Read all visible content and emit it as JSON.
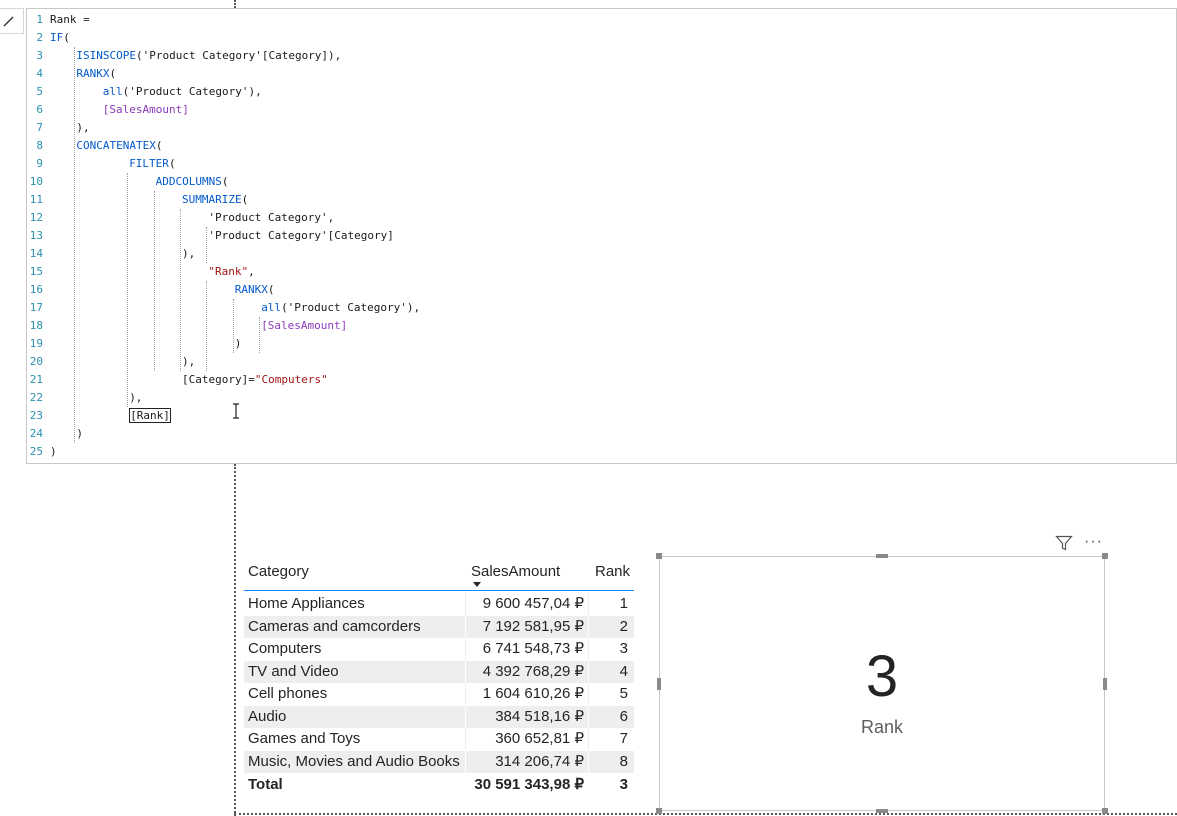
{
  "editor": {
    "lines": [
      {
        "n": "1",
        "indent": 0,
        "tokens": [
          {
            "t": "Rank =",
            "c": ""
          }
        ]
      },
      {
        "n": "2",
        "indent": 0,
        "tokens": [
          {
            "t": "IF",
            "c": "kw"
          },
          {
            "t": "(",
            "c": ""
          }
        ]
      },
      {
        "n": "3",
        "indent": 1,
        "tokens": [
          {
            "t": "ISINSCOPE",
            "c": "kw"
          },
          {
            "t": "('Product Category'[Category]),",
            "c": ""
          }
        ]
      },
      {
        "n": "4",
        "indent": 1,
        "tokens": [
          {
            "t": "RANKX",
            "c": "kw"
          },
          {
            "t": "(",
            "c": ""
          }
        ]
      },
      {
        "n": "5",
        "indent": 2,
        "tokens": [
          {
            "t": "all",
            "c": "kw"
          },
          {
            "t": "('Product Category'),",
            "c": ""
          }
        ]
      },
      {
        "n": "6",
        "indent": 2,
        "tokens": [
          {
            "t": "[SalesAmount]",
            "c": "meas"
          }
        ]
      },
      {
        "n": "7",
        "indent": 1,
        "tokens": [
          {
            "t": "),",
            "c": ""
          }
        ]
      },
      {
        "n": "8",
        "indent": 1,
        "tokens": [
          {
            "t": "CONCATENATEX",
            "c": "kw"
          },
          {
            "t": "(",
            "c": ""
          }
        ]
      },
      {
        "n": "9",
        "indent": 3,
        "tokens": [
          {
            "t": "FILTER",
            "c": "kw"
          },
          {
            "t": "(",
            "c": ""
          }
        ]
      },
      {
        "n": "10",
        "indent": 4,
        "tokens": [
          {
            "t": "ADDCOLUMNS",
            "c": "kw"
          },
          {
            "t": "(",
            "c": ""
          }
        ]
      },
      {
        "n": "11",
        "indent": 5,
        "tokens": [
          {
            "t": "SUMMARIZE",
            "c": "kw"
          },
          {
            "t": "(",
            "c": ""
          }
        ]
      },
      {
        "n": "12",
        "indent": 6,
        "tokens": [
          {
            "t": "'Product Category',",
            "c": ""
          }
        ]
      },
      {
        "n": "13",
        "indent": 6,
        "tokens": [
          {
            "t": "'Product Category'[Category]",
            "c": ""
          }
        ]
      },
      {
        "n": "14",
        "indent": 5,
        "tokens": [
          {
            "t": "),",
            "c": ""
          }
        ]
      },
      {
        "n": "15",
        "indent": 6,
        "tokens": [
          {
            "t": "\"Rank\"",
            "c": "str"
          },
          {
            "t": ",",
            "c": ""
          }
        ]
      },
      {
        "n": "16",
        "indent": 7,
        "tokens": [
          {
            "t": "RANKX",
            "c": "kw"
          },
          {
            "t": "(",
            "c": ""
          }
        ]
      },
      {
        "n": "17",
        "indent": 8,
        "tokens": [
          {
            "t": "all",
            "c": "kw"
          },
          {
            "t": "('Product Category'),",
            "c": ""
          }
        ]
      },
      {
        "n": "18",
        "indent": 8,
        "tokens": [
          {
            "t": "[SalesAmount]",
            "c": "meas"
          }
        ]
      },
      {
        "n": "19",
        "indent": 7,
        "tokens": [
          {
            "t": ")",
            "c": ""
          }
        ]
      },
      {
        "n": "20",
        "indent": 5,
        "tokens": [
          {
            "t": "),",
            "c": ""
          }
        ]
      },
      {
        "n": "21",
        "indent": 5,
        "tokens": [
          {
            "t": "[Category]=",
            "c": ""
          },
          {
            "t": "\"Computers\"",
            "c": "str"
          }
        ]
      },
      {
        "n": "22",
        "indent": 3,
        "tokens": [
          {
            "t": "),",
            "c": ""
          }
        ]
      },
      {
        "n": "23",
        "indent": 3,
        "tokens": [
          {
            "t": "[Rank]",
            "c": "caret"
          }
        ]
      },
      {
        "n": "24",
        "indent": 1,
        "tokens": [
          {
            "t": ")",
            "c": ""
          }
        ]
      },
      {
        "n": "25",
        "indent": 0,
        "tokens": [
          {
            "t": ")",
            "c": ""
          }
        ]
      }
    ]
  },
  "table": {
    "headers": {
      "category": "Category",
      "sales": "SalesAmount",
      "rank": "Rank"
    },
    "rows": [
      {
        "category": "Home Appliances",
        "sales": "9 600 457,04 ₽",
        "rank": "1"
      },
      {
        "category": "Cameras and camcorders",
        "sales": "7 192 581,95 ₽",
        "rank": "2"
      },
      {
        "category": "Computers",
        "sales": "6 741 548,73 ₽",
        "rank": "3"
      },
      {
        "category": "TV and Video",
        "sales": "4 392 768,29 ₽",
        "rank": "4"
      },
      {
        "category": "Cell phones",
        "sales": "1 604 610,26 ₽",
        "rank": "5"
      },
      {
        "category": "Audio",
        "sales": "384 518,16 ₽",
        "rank": "6"
      },
      {
        "category": "Games and Toys",
        "sales": "360 652,81 ₽",
        "rank": "7"
      },
      {
        "category": "Music, Movies and Audio Books",
        "sales": "314 206,74 ₽",
        "rank": "8"
      }
    ],
    "total": {
      "category": "Total",
      "sales": "30 591 343,98 ₽",
      "rank": "3"
    }
  },
  "card": {
    "value": "3",
    "label": "Rank"
  },
  "icons": {
    "formula": "pencil-icon",
    "filter": "filter-icon",
    "more": "more-options-icon"
  }
}
